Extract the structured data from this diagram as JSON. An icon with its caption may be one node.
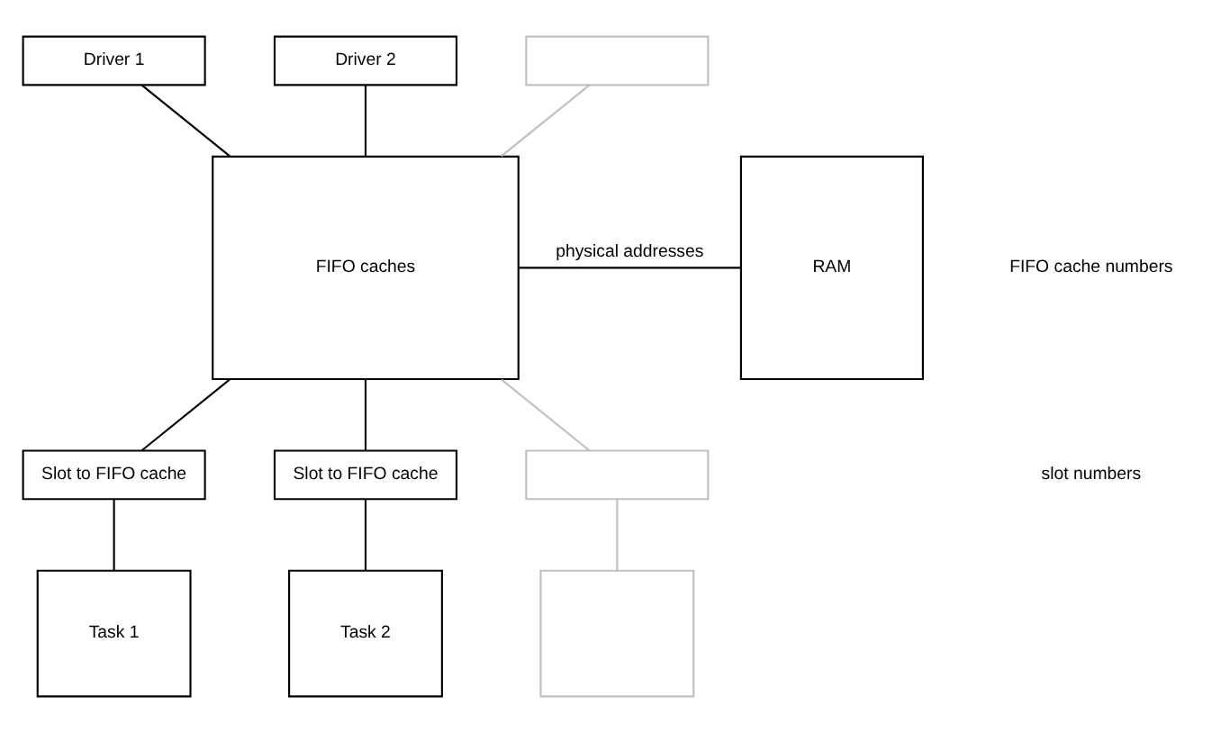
{
  "diagram": {
    "nodes": [
      {
        "text": [
          "Driver 1"
        ]
      },
      {
        "text": [
          "Driver 2"
        ]
      },
      {
        "text": [],
        "shape": "box"
      },
      {
        "text": [
          "FIFO caches"
        ]
      },
      {
        "text": [
          "RAM"
        ]
      },
      {
        "text": [
          "Slot to FIFO cache"
        ]
      },
      {
        "text": [
          "Slot to FIFO cache"
        ]
      },
      {
        "text": [],
        "shape": "box"
      },
      {
        "text": [
          "Task 1"
        ]
      },
      {
        "text": [
          "Task 2"
        ]
      },
      {
        "text": [],
        "shape": "box"
      }
    ],
    "edges": [
      {
        "from": 0,
        "to": 3,
        "arrow": "none"
      },
      {
        "from": 1,
        "to": 3,
        "arrow": "none"
      },
      {
        "from": 2,
        "to": 3,
        "arrow": "none",
        "color": "#c0c0c0"
      },
      {
        "from": 3,
        "to": 4,
        "arrow": "none",
        "label": "physical addresses"
      },
      {
        "from": 3,
        "to": 5,
        "arrow": "none"
      },
      {
        "from": 3,
        "to": 6,
        "arrow": "none"
      },
      {
        "from": 3,
        "to": 7,
        "arrow": "none",
        "color": "#c0c0c0"
      },
      {
        "from": 5,
        "to": 8,
        "arrow": "none"
      },
      {
        "from": 6,
        "to": 9,
        "arrow": "none"
      },
      {
        "from": 7,
        "to": 10,
        "arrow": "none",
        "color": "#c0c0c0"
      }
    ],
    "labels": [
      "FIFO cache numbers",
      "slot numbers"
    ]
  }
}
